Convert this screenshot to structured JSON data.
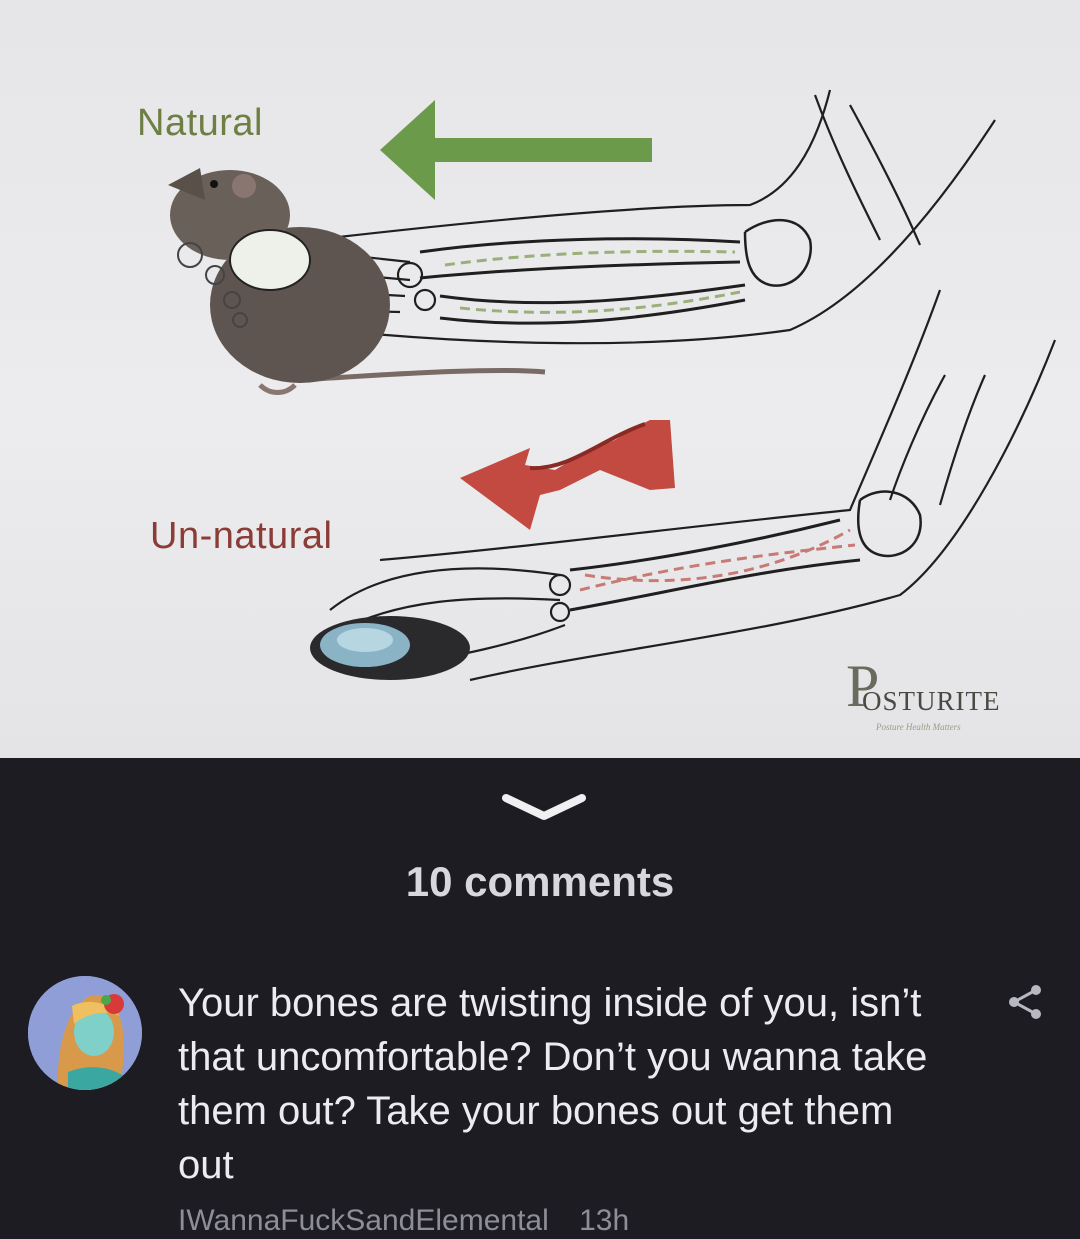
{
  "image": {
    "label_natural": "Natural",
    "label_unnatural": "Un-natural",
    "brand_name": "OSTURITE",
    "brand_initial": "P",
    "brand_tagline": "Posture Health Matters"
  },
  "comments": {
    "count_label": "10 comments"
  },
  "comment": {
    "text": "Your bones are twisting inside of you, isn’t that uncomfortable? Don’t you wanna take them out? Take your bones out get them out",
    "author": "IWannaFuckSandElemental",
    "time": "13h"
  },
  "icons": {
    "collapse": "chevron-down-icon",
    "share": "share-icon"
  },
  "colors": {
    "background": "#1c1c22",
    "natural_arrow": "#6a9a4a",
    "unnatural_arrow": "#c24a40"
  }
}
